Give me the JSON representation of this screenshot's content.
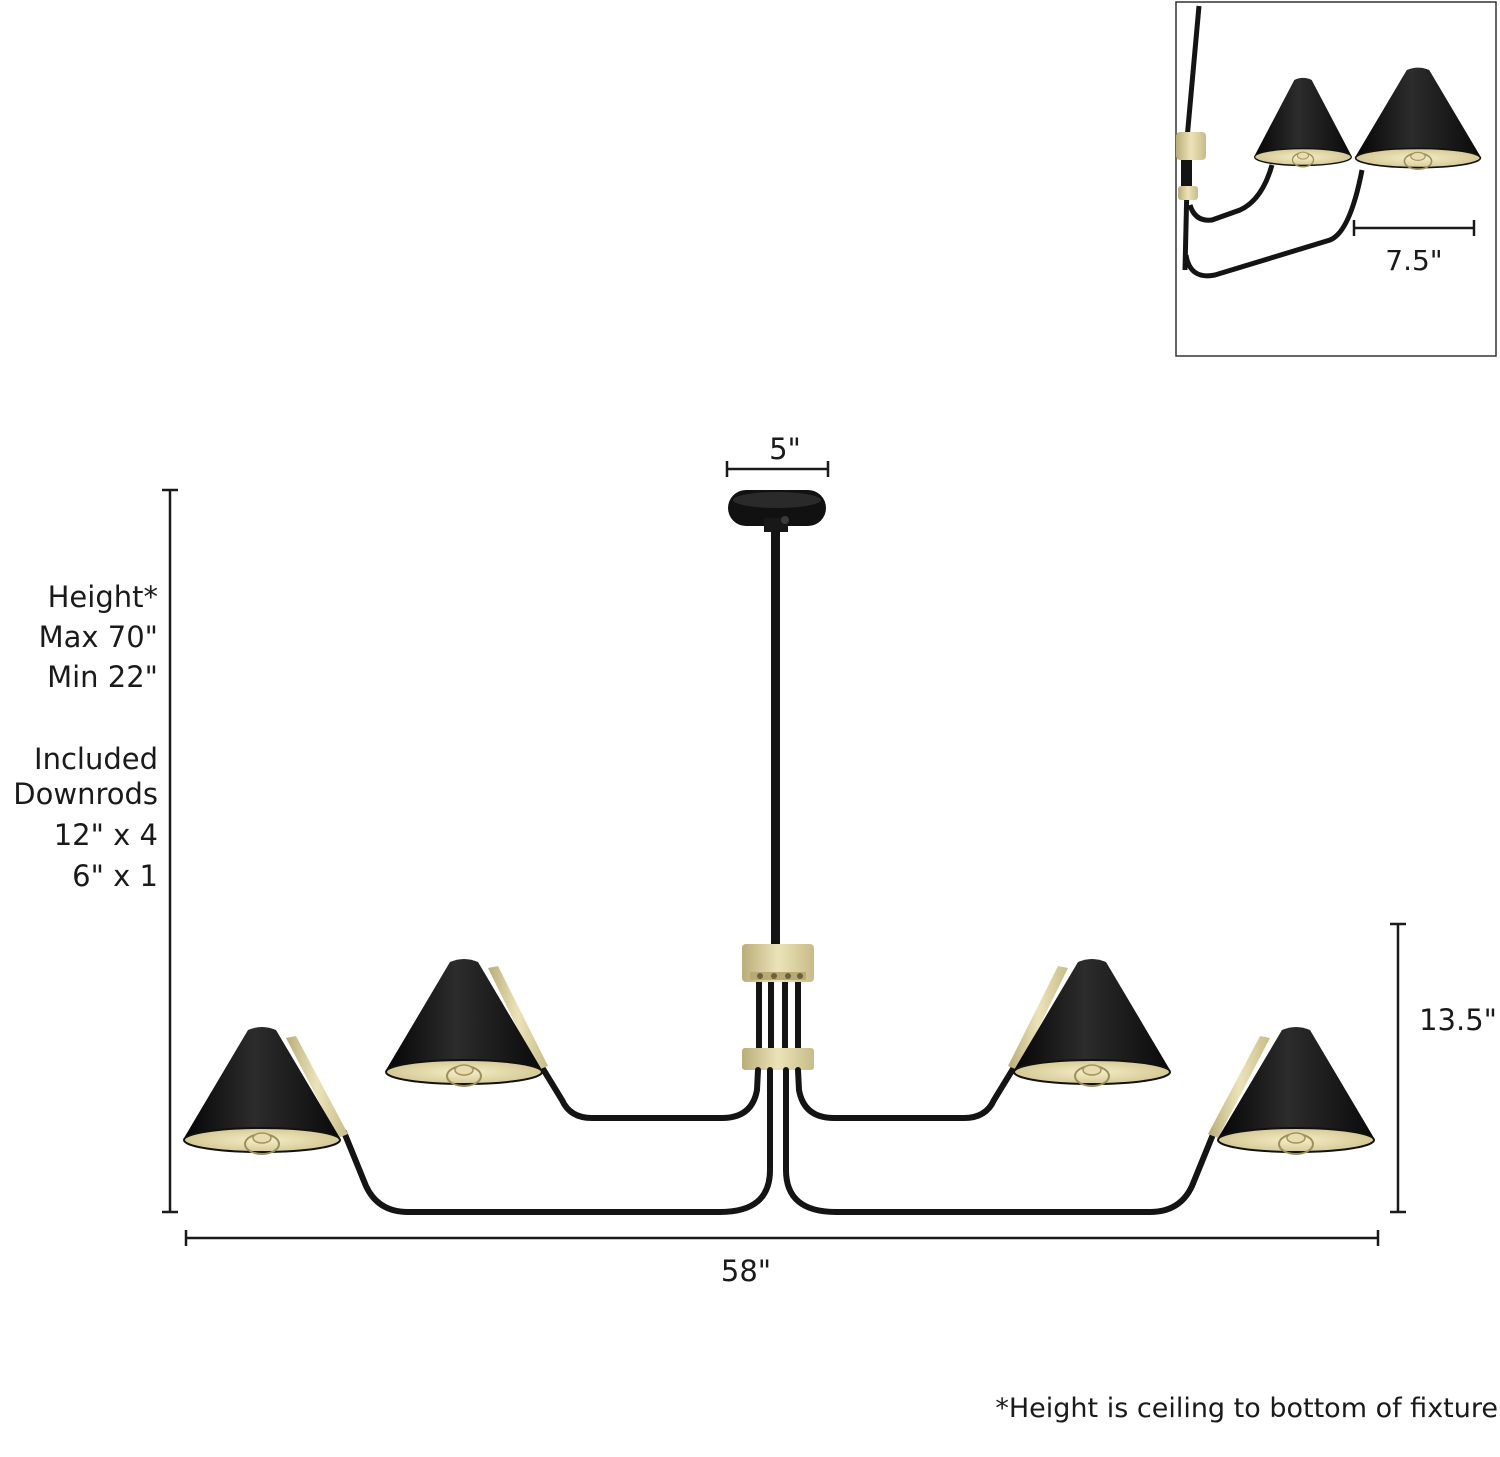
{
  "colors": {
    "finish_black": "#141414",
    "brass": "#d8cd99",
    "brass_light": "#ebe2b6",
    "dimension_line": "#1a1a1a"
  },
  "inset": {
    "shade_width_label": "7.5\""
  },
  "dimensions": {
    "canopy_width_label": "5\"",
    "overall_width_label": "58\"",
    "fixture_height_label": "13.5\""
  },
  "height_notes": {
    "heading": "Height*",
    "max": "Max 70\"",
    "min": "Min 22\"",
    "downrods_line1": "Included",
    "downrods_line2": "Downrods",
    "downrod_long": "12\" x 4",
    "downrod_short": "6\" x 1"
  },
  "footnote": "*Height is ceiling to bottom of fixture"
}
